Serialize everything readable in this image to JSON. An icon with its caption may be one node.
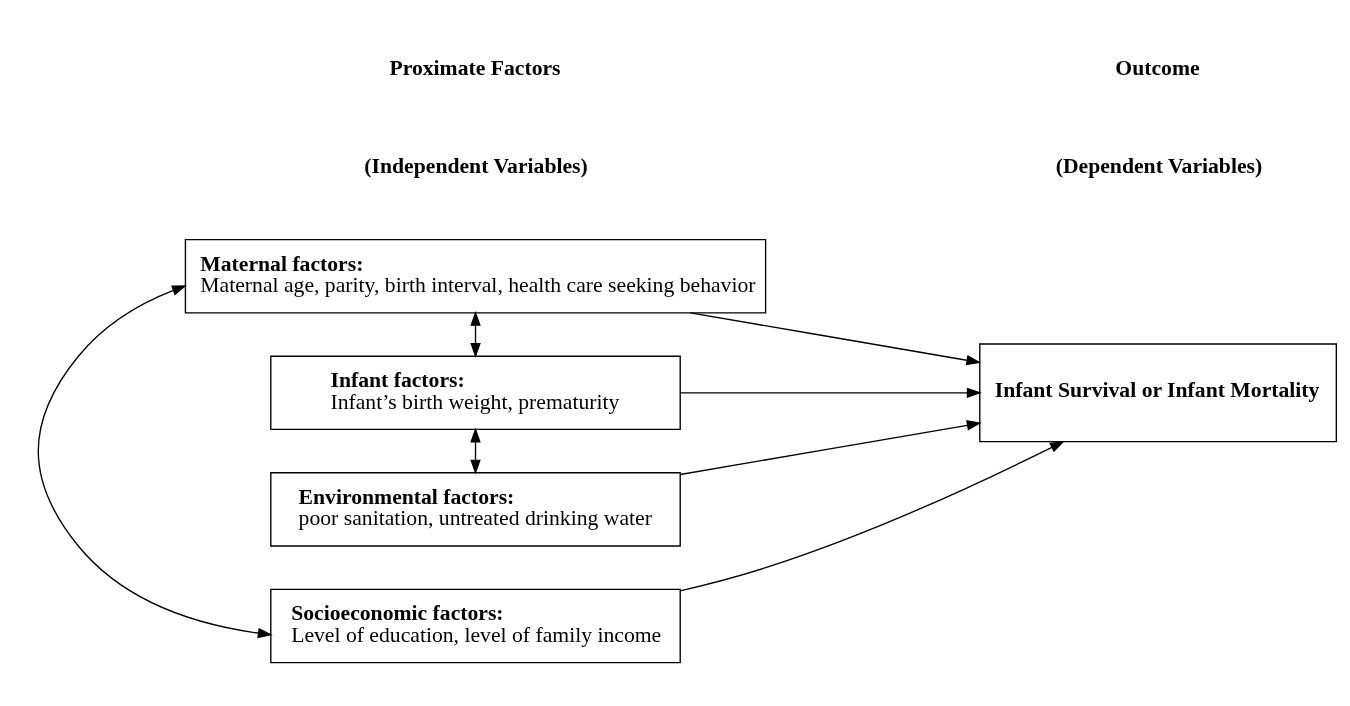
{
  "diagram": {
    "nodes": [
      {
        "text": [
          "Socioeconomic factors:",
          "Level of education, level of family income"
        ]
      },
      {
        "text": [
          "Maternal factors:",
          "Maternal age, parity, birth interval, health care seeking behavior"
        ]
      },
      {
        "text": [
          "Infant factors:",
          "Infant’s birth weight, prematurity"
        ]
      },
      {
        "text": [
          "Environmental factors:",
          "poor sanitation, untreated drinking water"
        ]
      },
      {
        "text": [
          "Infant Survival or Infant Mortality"
        ]
      }
    ],
    "edges": [
      {
        "from": 0,
        "to": 1,
        "arrow": "both"
      },
      {
        "from": 1,
        "to": 2,
        "arrow": "both"
      },
      {
        "from": 2,
        "to": 3,
        "arrow": "both"
      },
      {
        "from": 0,
        "to": 4,
        "arrow": "to"
      },
      {
        "from": 1,
        "to": 4,
        "arrow": "to"
      },
      {
        "from": 2,
        "to": 4,
        "arrow": "to"
      },
      {
        "from": 3,
        "to": 4,
        "arrow": "to"
      }
    ],
    "labels": [
      "Proximate Factors",
      "Outcome",
      "(Independent Variables)",
      "(Dependent Variables)"
    ]
  }
}
